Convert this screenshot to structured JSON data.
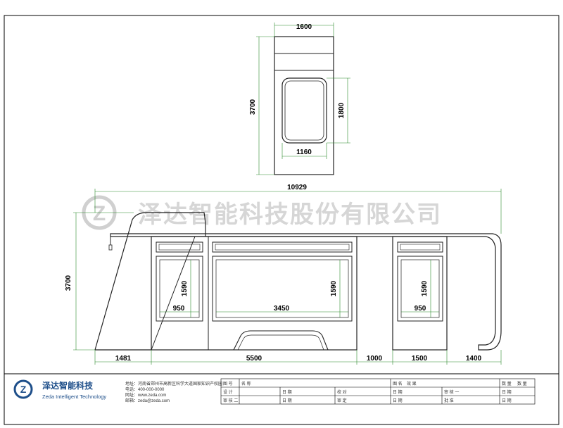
{
  "watermark": {
    "company_cn": "泽达智能科技股份有限公司",
    "logo_letter": "Z"
  },
  "plan_view": {
    "width": "1600",
    "height": "3700",
    "window_height": "1800",
    "window_width": "1160"
  },
  "front_view": {
    "total_width": "10929",
    "total_height": "3700",
    "left_window_height": "1590",
    "center_window_height": "1590",
    "right_window_height": "1590",
    "left_window_width": "950",
    "center_window_width": "3450",
    "right_window_width": "950",
    "bottom_dims": [
      "1481",
      "5500",
      "1000",
      "1500",
      "1400"
    ]
  },
  "title_block": {
    "logo_letter": "Z",
    "company_cn": "泽达智能科技",
    "company_en": "Zeda Intelligent Technology",
    "contact_lines": [
      "地址：河南省郑州市高新区科学大道国家知识产权园",
      "电话：400-000-0000",
      "网址：www.zeda.com",
      "邮箱：zeda@zeda.com"
    ],
    "cells": {
      "r1_c1": "图 号",
      "r1_c2": "名 称",
      "r1_c3": "图 名",
      "r1_c4": "效 果",
      "r1_c5": "数 量",
      "r1_c6": "数 量",
      "r2_c1": "设 计",
      "r2_c2": "日 期",
      "r2_c3": "校 对",
      "r2_c4": "日 期",
      "r2_c5": "审 核 一",
      "r2_c6": "日 期",
      "r3_c1": "审 核 二",
      "r3_c2": "日 期",
      "r3_c3": "审 定",
      "r3_c4": "日 期",
      "r3_c5": "批 准",
      "r3_c6": "日 期"
    }
  }
}
